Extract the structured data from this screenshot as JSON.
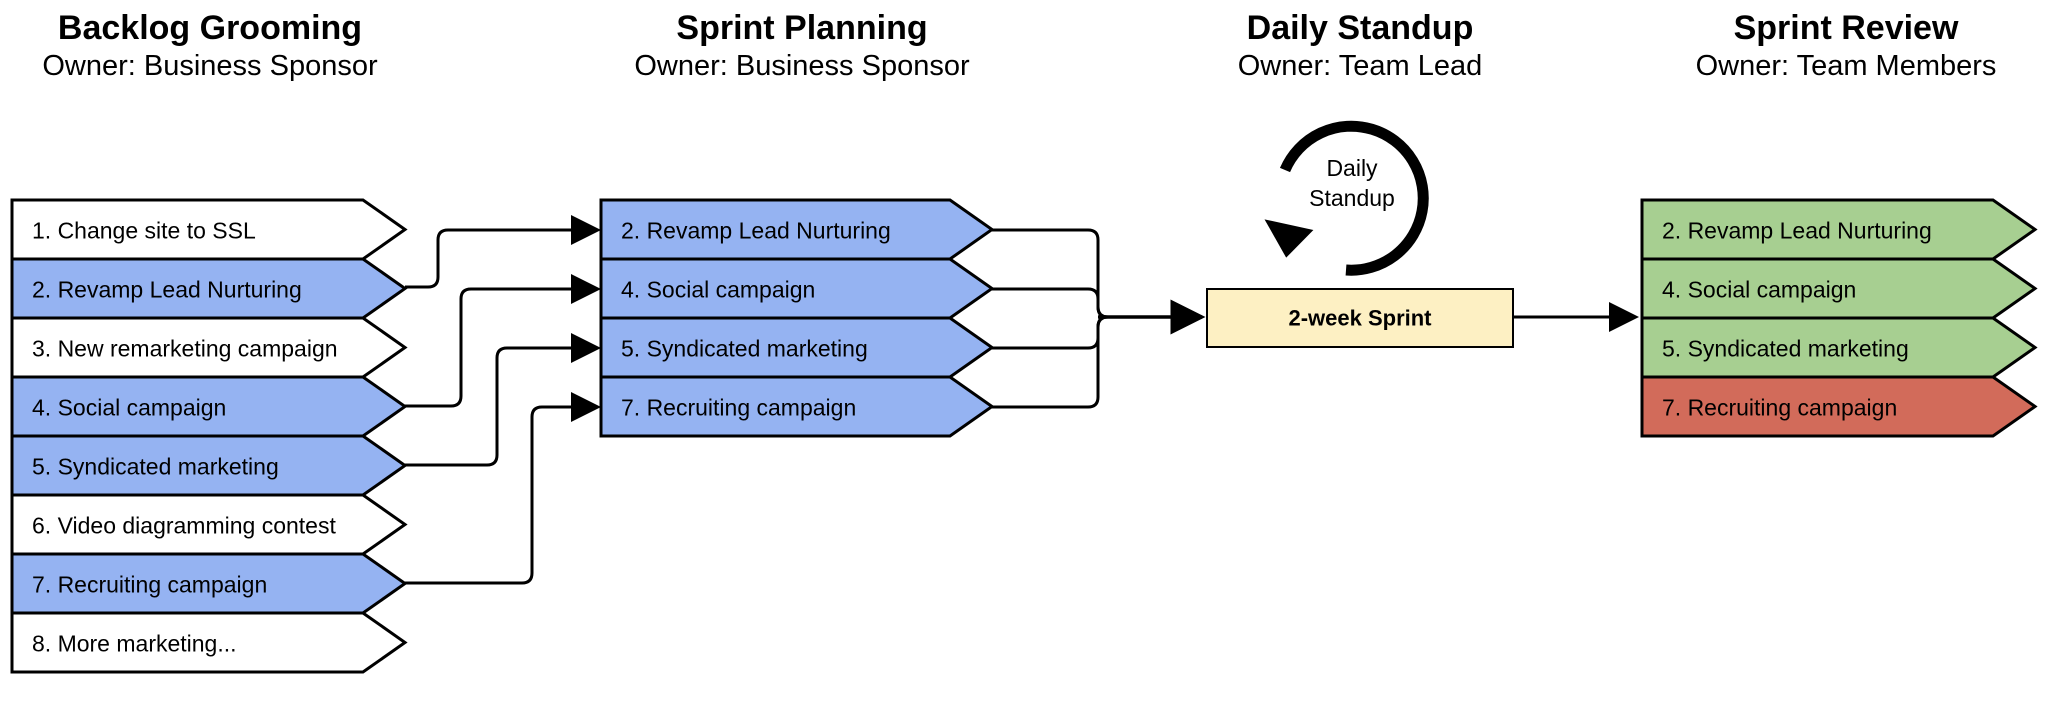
{
  "colors": {
    "selected": "#95b3f2",
    "unselected": "#ffffff",
    "done": "#a7cf91",
    "not_done": "#d26b5a",
    "sprint_fill": "#fdf0c3",
    "stroke": "#000000"
  },
  "columns": {
    "backlog": {
      "title": "Backlog Grooming",
      "owner": "Owner: Business Sponsor",
      "items": [
        {
          "label": "1. Change site to SSL",
          "status": "unselected"
        },
        {
          "label": "2. Revamp Lead Nurturing",
          "status": "selected"
        },
        {
          "label": "3. New remarketing campaign",
          "status": "unselected"
        },
        {
          "label": "4. Social campaign",
          "status": "selected"
        },
        {
          "label": "5. Syndicated marketing",
          "status": "selected"
        },
        {
          "label": "6. Video diagramming contest",
          "status": "unselected"
        },
        {
          "label": "7. Recruiting campaign",
          "status": "selected"
        },
        {
          "label": "8. More marketing...",
          "status": "unselected"
        }
      ]
    },
    "planning": {
      "title": "Sprint Planning",
      "owner": "Owner: Business Sponsor",
      "items": [
        {
          "label": "2. Revamp Lead Nurturing",
          "status": "selected"
        },
        {
          "label": "4. Social campaign",
          "status": "selected"
        },
        {
          "label": "5. Syndicated marketing",
          "status": "selected"
        },
        {
          "label": "7. Recruiting campaign",
          "status": "selected"
        }
      ]
    },
    "standup": {
      "title": "Daily Standup",
      "owner": "Owner: Team Lead",
      "loop_label_line1": "Daily",
      "loop_label_line2": "Standup",
      "sprint_label": "2-week Sprint"
    },
    "review": {
      "title": "Sprint Review",
      "owner": "Owner: Team Members",
      "items": [
        {
          "label": "2. Revamp Lead Nurturing",
          "status": "done"
        },
        {
          "label": "4. Social campaign",
          "status": "done"
        },
        {
          "label": "5. Syndicated marketing",
          "status": "done"
        },
        {
          "label": "7. Recruiting campaign",
          "status": "not_done"
        }
      ]
    }
  }
}
